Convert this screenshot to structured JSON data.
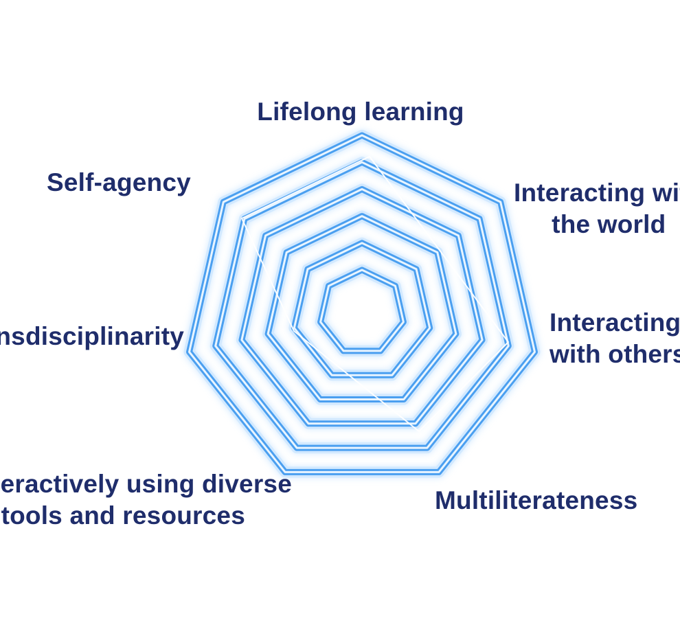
{
  "diagram": {
    "type": "radar-heptagon",
    "ring_count": 6,
    "axes": [
      {
        "id": "lifelong",
        "lines": [
          "Lifelong learning"
        ]
      },
      {
        "id": "world",
        "lines": [
          "Interacting with",
          "the world"
        ]
      },
      {
        "id": "others",
        "lines": [
          "Interacting",
          "with others"
        ]
      },
      {
        "id": "multi",
        "lines": [
          "Multiliterateness"
        ]
      },
      {
        "id": "tools",
        "lines": [
          "Interactively using diverse",
          "tools and resources"
        ]
      },
      {
        "id": "trans",
        "lines": [
          "Transdisciplinarity"
        ]
      },
      {
        "id": "agency",
        "lines": [
          "Self-agency"
        ]
      }
    ],
    "colors": {
      "ring": "#4a9ff0",
      "ring_glow": "#bfe0ff",
      "label": "#1f2d6b",
      "highlight": "#ffffff"
    }
  }
}
